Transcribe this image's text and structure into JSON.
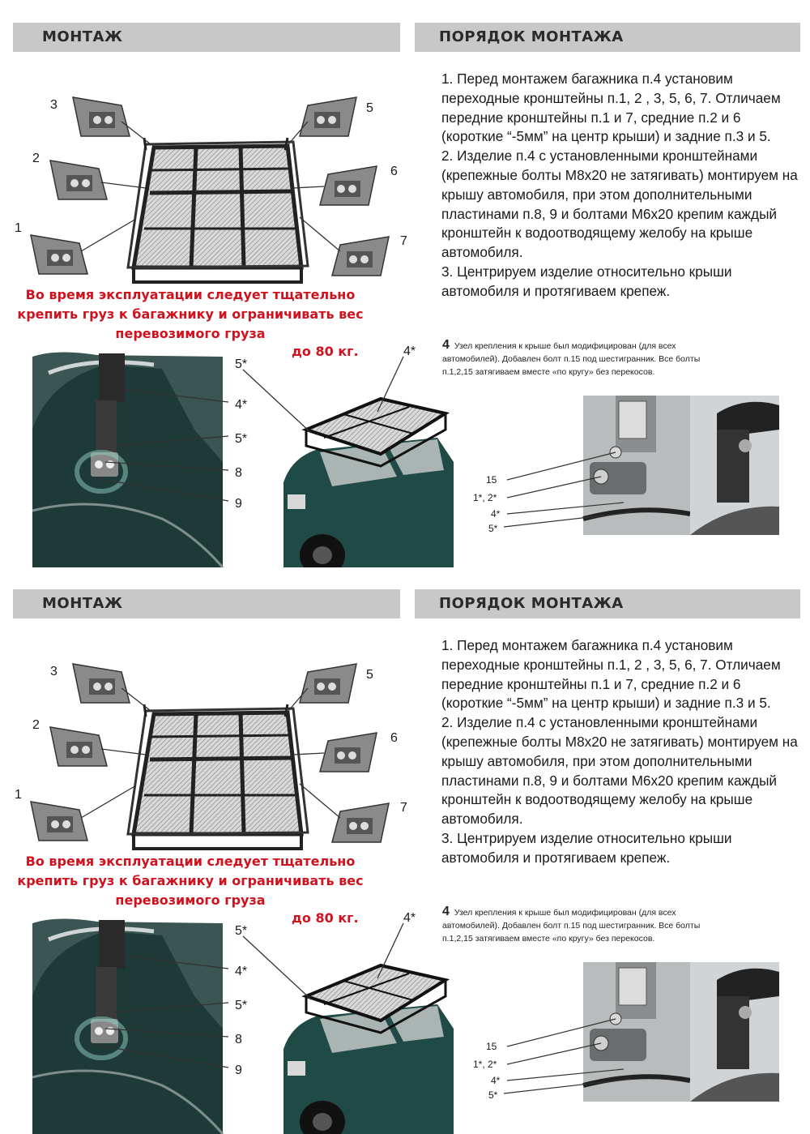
{
  "panels": [
    {
      "header_left": "МОНТАЖ",
      "header_right": "ПОРЯДОК МОНТАЖА",
      "steps": [
        "1. Перед монтажем багажника п.4 установим переходные кронштейны п.1, 2 , 3, 5, 6, 7. Отличаем передние кронштейны п.1 и 7, средние п.2 и 6 (короткие “-5мм” на центр крыши) и задние п.3 и 5.",
        "2. Изделие  п.4 с установленными кронштейнами (крепежные болты М8х20 не затягивать) монтируем на крышу автомобиля, при этом дополнительными пластинами п.8, 9 и болтами М6х20 крепим каждый кронштейн к водоотводящему желобу на крыше автомобиля.",
        "3. Центрируем изделие относительно крыши автомобиля и протягиваем крепеж."
      ],
      "note_num": "4",
      "note_text": "Узел крепления к крыше был модифицирован (для всех автомобилей). Добавлен болт п.15 под шестигранник. Все болты п.1,2,15 затягиваем вместе «по кругу» без перекосов.",
      "warning": "Во время эксплуатации следует тщательно крепить груз к багажнику и ограничивать вес перевозимого груза",
      "weight": "до 80 кг.",
      "bracket_labels": [
        "3",
        "2",
        "1",
        "5",
        "6",
        "7"
      ],
      "detail_labels": [
        "4*",
        "5*",
        "8",
        "9"
      ],
      "car_labels": [
        "5*",
        "4*"
      ],
      "closeup_labels": [
        "15",
        "1*, 2*",
        "4*",
        "5*"
      ]
    },
    {
      "header_left": "МОНТАЖ",
      "header_right": "ПОРЯДОК МОНТАЖА",
      "steps": [
        "1. Перед монтажем багажника п.4 установим переходные кронштейны п.1, 2 , 3, 5, 6, 7. Отличаем передние кронштейны п.1 и 7, средние п.2 и 6 (короткие “-5мм” на центр крыши) и задние п.3 и 5.",
        "2. Изделие  п.4 с установленными кронштейнами (крепежные болты М8х20 не затягивать) монтируем на крышу автомобиля, при этом дополнительными пластинами п.8, 9 и болтами М6х20 крепим каждый кронштейн к водоотводящему желобу на крыше автомобиля.",
        "3. Центрируем изделие относительно крыши автомобиля и протягиваем крепеж."
      ],
      "note_num": "4",
      "note_text": "Узел крепления к крыше был модифицирован (для всех автомобилей). Добавлен болт п.15 под шестигранник. Все болты п.1,2,15 затягиваем вместе «по кругу» без перекосов.",
      "warning": "Во время эксплуатации следует тщательно крепить груз к багажнику и ограничивать вес перевозимого груза",
      "weight": "до 80 кг.",
      "bracket_labels": [
        "3",
        "2",
        "1",
        "5",
        "6",
        "7"
      ],
      "detail_labels": [
        "4*",
        "5*",
        "8",
        "9"
      ],
      "car_labels": [
        "5*",
        "4*"
      ],
      "closeup_labels": [
        "15",
        "1*, 2*",
        "4*",
        "5*"
      ]
    }
  ],
  "colors": {
    "header_bg": "#c8c8c8",
    "warning": "#d0121f",
    "text": "#1a1a1a",
    "car": "#1f4a46"
  }
}
